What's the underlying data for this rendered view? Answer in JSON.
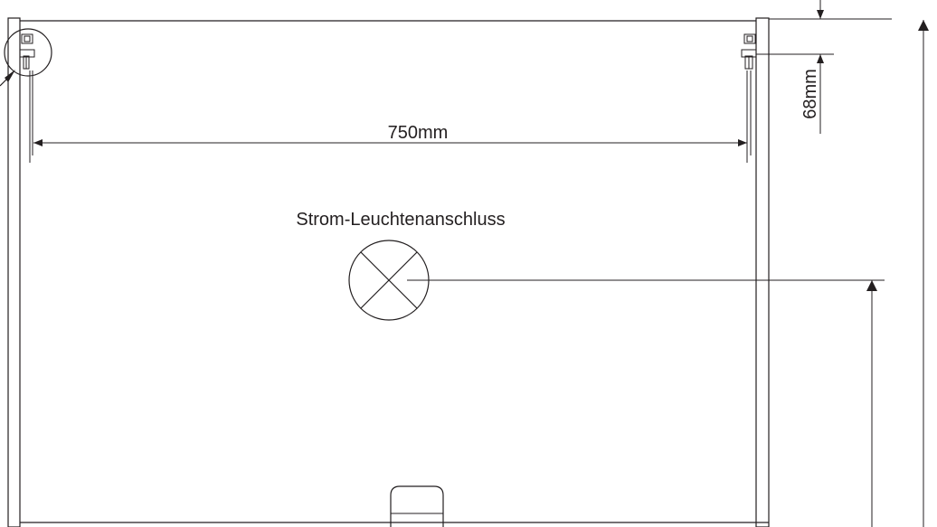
{
  "labels": {
    "width_dimension": "750mm",
    "offset_dimension": "68mm",
    "connection_label": "Strom-Leuchtenanschluss"
  },
  "colors": {
    "line": "#231f20",
    "background": "#ffffff"
  }
}
